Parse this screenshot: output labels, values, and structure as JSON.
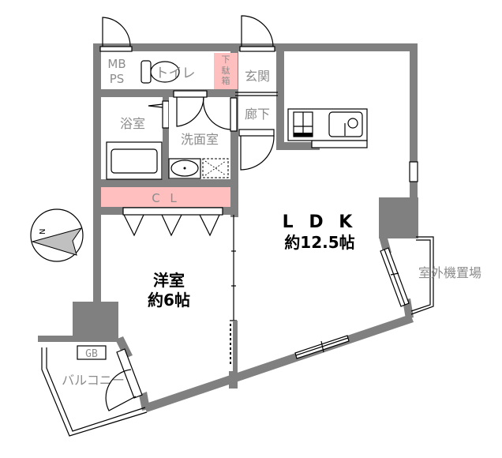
{
  "floorplan": {
    "colors": {
      "wall": "#808080",
      "closet_fill": "#ffbfbf",
      "shoe_box_fill": "#ffbfbf",
      "label_grey": "#8c8c8c",
      "label_main": "#000000",
      "background": "#ffffff"
    },
    "rooms": {
      "mbps": {
        "line1": "MB",
        "line2": "PS"
      },
      "toilet": {
        "label": "トイレ"
      },
      "shoe_box": {
        "label_chars": [
          "下",
          "駄",
          "箱"
        ]
      },
      "entrance": {
        "label": "玄関"
      },
      "bathroom": {
        "label": "浴室"
      },
      "washroom": {
        "label": "洗面室"
      },
      "hallway": {
        "label": "廊下"
      },
      "closet": {
        "label": "C L"
      },
      "ldk": {
        "name": "L D K",
        "size": "約12.5帖"
      },
      "western_room": {
        "name": "洋室",
        "size": "約6帖"
      },
      "outdoor_unit": {
        "label": "室外機置場"
      },
      "balcony": {
        "label": "バルコニー"
      },
      "gas_boiler": {
        "label": "GB"
      }
    },
    "compass": {
      "label": "N",
      "icon": "north-arrow-icon"
    }
  }
}
